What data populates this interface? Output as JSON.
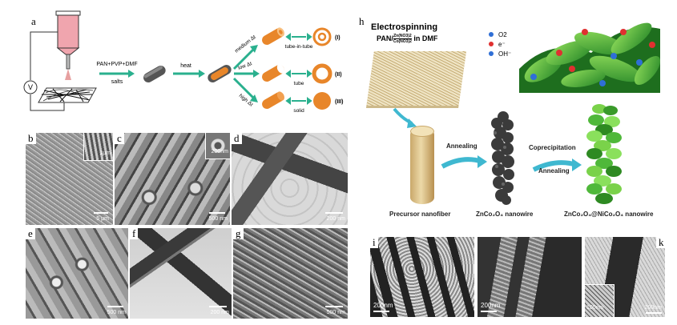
{
  "panel_a": {
    "letter": "a",
    "step1_top": "PAN+PVP+DMF",
    "step1_bottom": "salts",
    "step2": "heat",
    "branch_medium": "medium Δt",
    "branch_low": "low Δt",
    "branch_high": "high Δt",
    "result_1_label": "tube-in-tube",
    "result_1_roman": "(I)",
    "result_2_label": "tube",
    "result_2_roman": "(II)",
    "result_3_label": "solid",
    "result_3_roman": "(III)",
    "voltage": "V"
  },
  "sem_left": {
    "b": {
      "letter": "b",
      "scale": "5 μm",
      "inset_scale": "1μm"
    },
    "c": {
      "letter": "c",
      "scale": "500 nm",
      "inset_scale": "200nm"
    },
    "d": {
      "letter": "d",
      "scale": "200 nm"
    },
    "e": {
      "letter": "e",
      "scale": "500 nm"
    },
    "f": {
      "letter": "f",
      "scale": "200 nm"
    },
    "g": {
      "letter": "g",
      "scale": "500 nm"
    }
  },
  "panel_h": {
    "letter": "h",
    "title": "Electrospinning",
    "solution_prefix": "PAN/",
    "solution_frac_top": "Zn(NO3)2",
    "solution_frac_bottom": "Co(NO3)2",
    "solution_suffix": "in DMF",
    "legend": [
      {
        "symbol": "O2",
        "color": "#2f6fd6"
      },
      {
        "symbol": "e⁻",
        "color": "#e03030"
      },
      {
        "symbol": "OH⁻",
        "color": "#2f6fd6"
      }
    ],
    "arrow_annealing": "Annealing",
    "arrow_coprecip": "Coprecipitation",
    "arrow_annealing2": "Annealing",
    "cap_precursor": "Precursor nanofiber",
    "cap_znco": "ZnCo₂O₄  nanowire",
    "cap_core_shell": "ZnCo₂O₄@NiCo₂O₄  nanowire"
  },
  "sem_right": {
    "i": {
      "letter": "i",
      "scale": "200nm"
    },
    "j": {
      "letter": "j",
      "scale": "200nm"
    },
    "k": {
      "letter": "k",
      "scale_left": "100nm",
      "scale_right": "200nm"
    }
  }
}
